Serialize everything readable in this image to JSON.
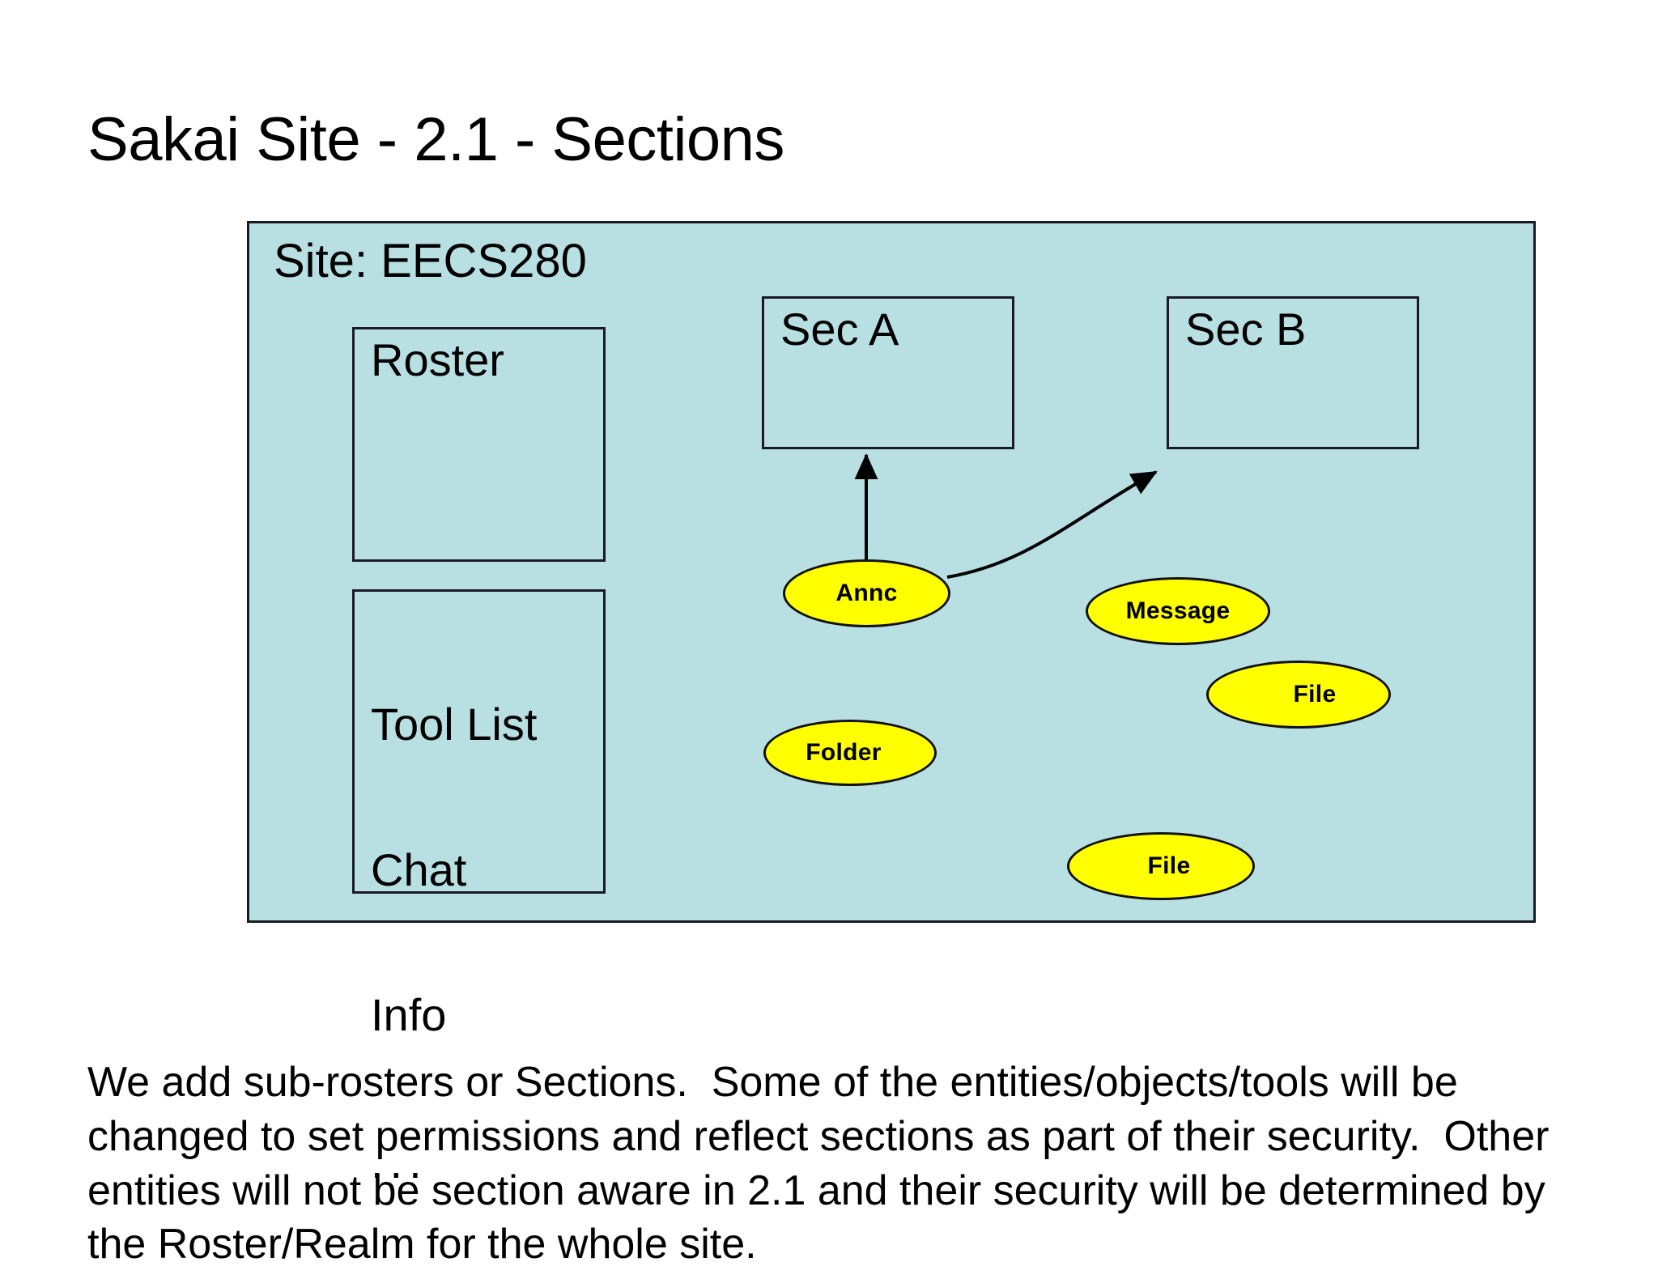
{
  "slide": {
    "title": "Sakai Site - 2.1 - Sections",
    "body_text": "We add sub-rosters or Sections.  Some of the entities/objects/tools will be changed to set permissions and reflect sections as part of their security.  Other entities will not be section aware in 2.1 and their security will be determined by the Roster/Realm for the whole site."
  },
  "diagram": {
    "site_label": "Site: EECS280",
    "background_color": "#b8dfe2",
    "border_color": "#1a1a26",
    "node_fill_color": "#ffff00",
    "boxes": [
      {
        "id": "roster",
        "label": "Roster"
      },
      {
        "id": "tool-list",
        "label": "Tool List\nChat\nInfo",
        "lines": [
          "Tool List",
          "Chat",
          "Info"
        ],
        "ellipsis": "..."
      },
      {
        "id": "sec-a",
        "label": "Sec A"
      },
      {
        "id": "sec-b",
        "label": "Sec B"
      }
    ],
    "nodes": [
      {
        "id": "annc",
        "label": "Annc"
      },
      {
        "id": "message",
        "label": "Message"
      },
      {
        "id": "file-1",
        "label": "File"
      },
      {
        "id": "folder",
        "label": "Folder"
      },
      {
        "id": "file-2",
        "label": "File"
      }
    ],
    "connectors": [
      {
        "id": "annc-to-sec-a",
        "from": "annc",
        "to": "sec-a",
        "style": "straight-arrow"
      },
      {
        "id": "annc-to-sec-b",
        "from": "annc",
        "to": "sec-b",
        "style": "curved-arrow"
      }
    ]
  }
}
